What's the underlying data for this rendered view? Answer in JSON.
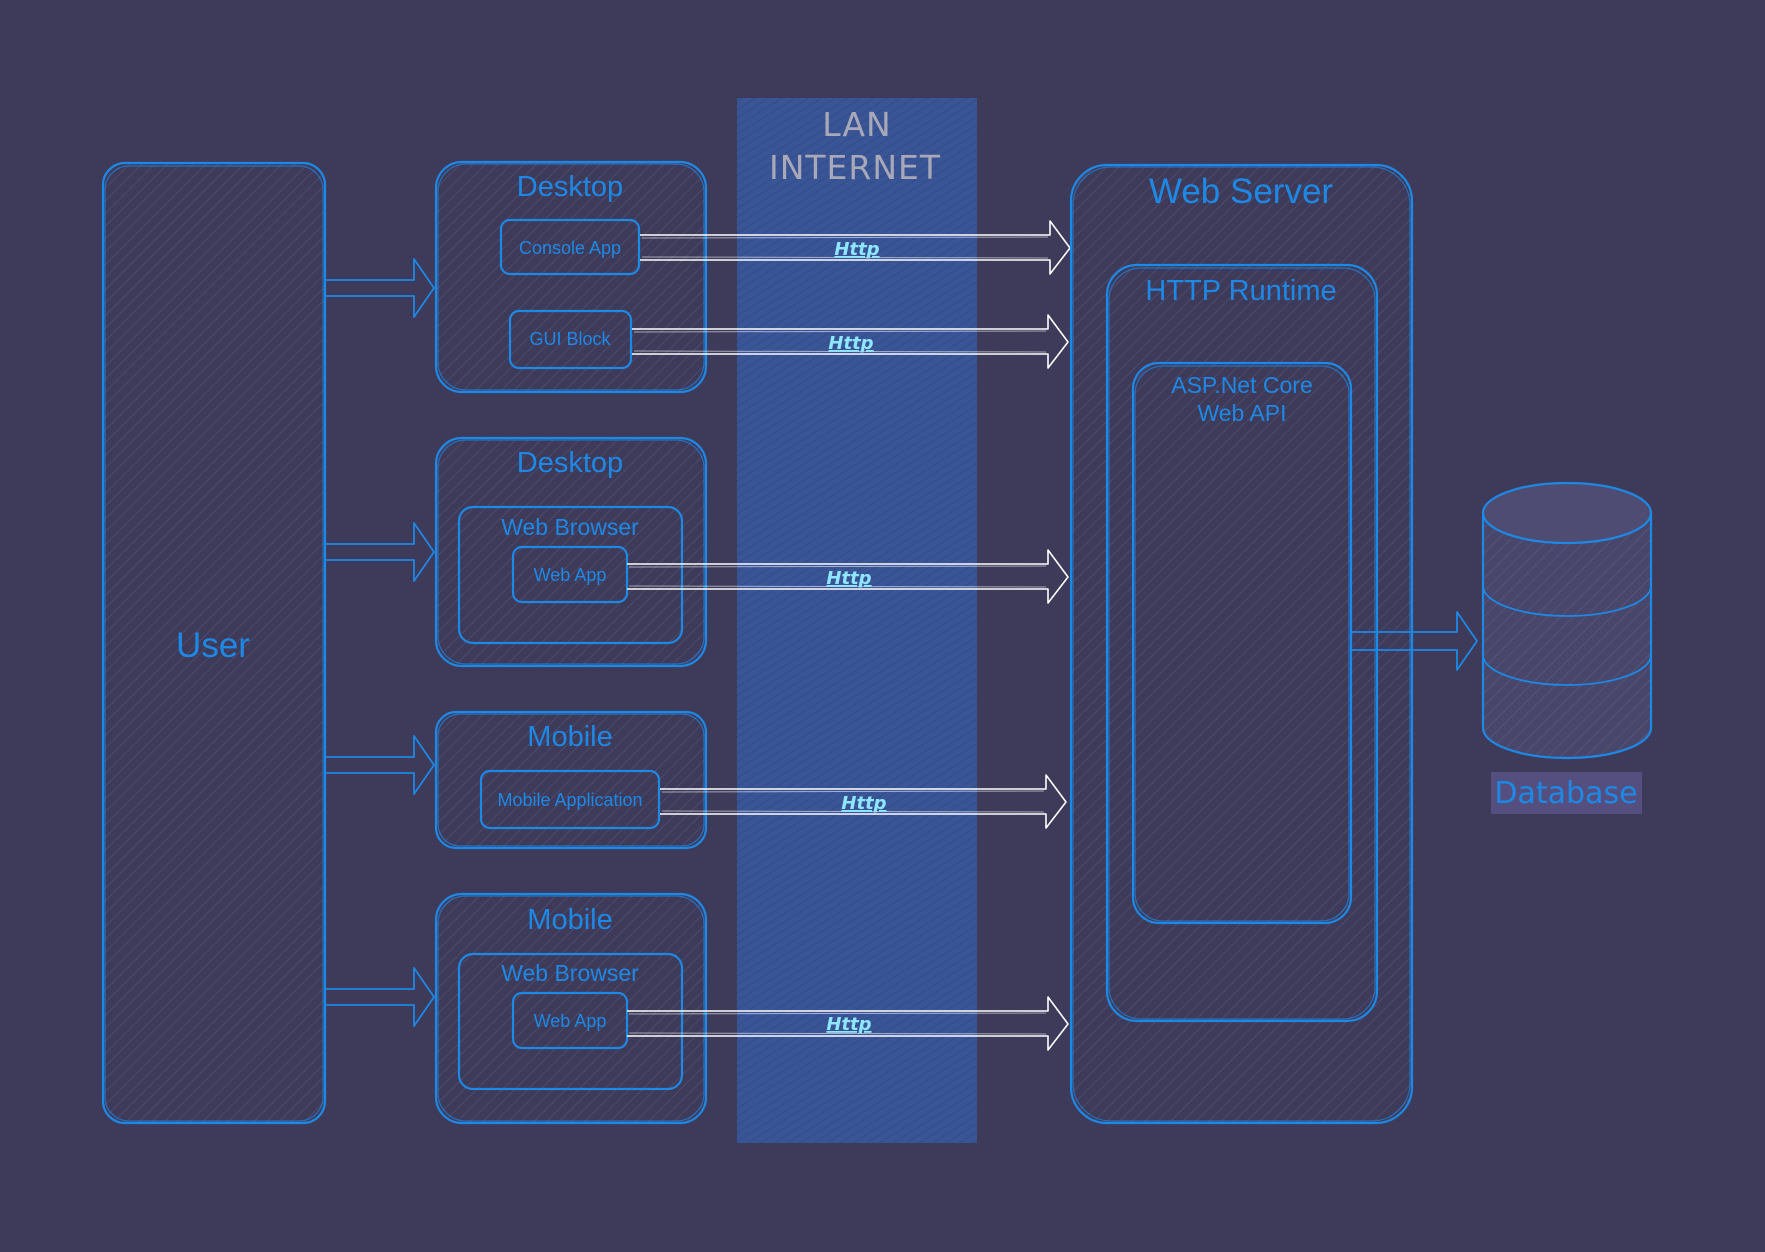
{
  "network": {
    "line1": "LAN",
    "line2": "INTERNET"
  },
  "user": {
    "label": "User"
  },
  "clients": [
    {
      "title": "Desktop",
      "apps": [
        "Console App",
        "GUI Block"
      ]
    },
    {
      "title": "Desktop",
      "container": "Web Browser",
      "app": "Web App"
    },
    {
      "title": "Mobile",
      "app": "Mobile Application"
    },
    {
      "title": "Mobile",
      "container": "Web Browser",
      "app": "Web App"
    }
  ],
  "http_label": "Http",
  "server": {
    "title": "Web Server",
    "runtime": "HTTP Runtime",
    "api_line1": "ASP.Net Core",
    "api_line2": "Web API"
  },
  "database": {
    "label": "Database"
  },
  "colors": {
    "background": "#3d3a5a",
    "accent": "#1e88e5",
    "http_text": "#8ee6ff",
    "network_band": "#3a62a8"
  }
}
